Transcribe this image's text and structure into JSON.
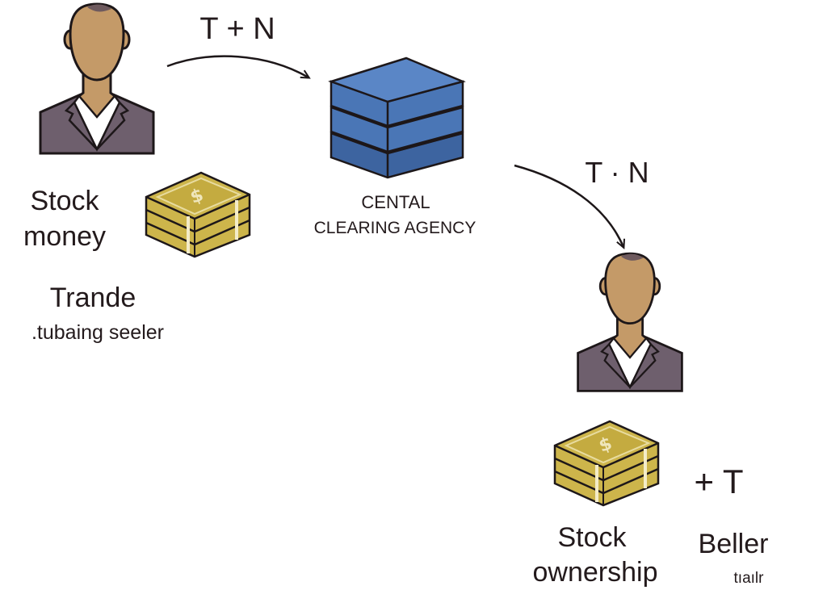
{
  "colors": {
    "skin": "#c49a68",
    "hair": "#6e5a5e",
    "suit": "#6e5f6d",
    "shirt": "#ffffff",
    "outline": "#1d1719",
    "server_blue": "#4a76b6",
    "server_blue_dark": "#3d64a0",
    "money_gold": "#cdb54b",
    "money_light": "#e8dca0"
  },
  "icons": [
    "person-icon",
    "money-stack-icon",
    "server-stack-icon",
    "curved-arrow-icon"
  ],
  "labels": {
    "arrow_top": "T + N",
    "arrow_right": "T · N",
    "agency_line1": "CENTAL",
    "agency_line2": "CLEARING AGENCY",
    "left_line1": "Stock",
    "left_line2": "money",
    "left_title": "Trande",
    "left_subtitle": ".tubaing seeler",
    "bottom_line1": "Stock",
    "bottom_line2": "ownership",
    "plus_t": "+ T",
    "right_title": "Beller",
    "right_subtitle": "tıaılr"
  }
}
